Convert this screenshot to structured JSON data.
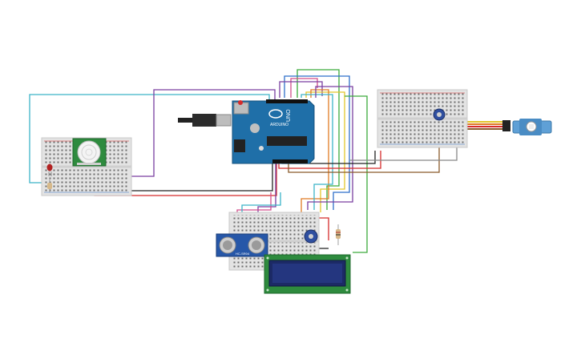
{
  "diagram": {
    "arduino": {
      "brand_text": "UNO",
      "logo_text": "ARDUINO",
      "color": "#1f6fa8"
    },
    "lcd": {
      "color": "#2e8b3e",
      "screen_color": "#1c2a66"
    },
    "servo": {
      "color": "#5fa0d6"
    },
    "pir_sensor": {
      "color": "#2e8b3e"
    },
    "ultrasonic": {
      "label_text": "HC-SR04",
      "color": "#2657a8"
    },
    "breadboard_color": "#e3e3e3",
    "wire_colors": {
      "red": "#d52b2b",
      "black": "#222222",
      "purple": "#7a3fa0",
      "cyan": "#3cb3c8",
      "green": "#3caa3c",
      "yellow": "#e2c52a",
      "orange": "#e07b24",
      "blue": "#2f6fc9",
      "brown": "#8a5a2b",
      "pink": "#d14d8a",
      "gray": "#888888"
    }
  }
}
